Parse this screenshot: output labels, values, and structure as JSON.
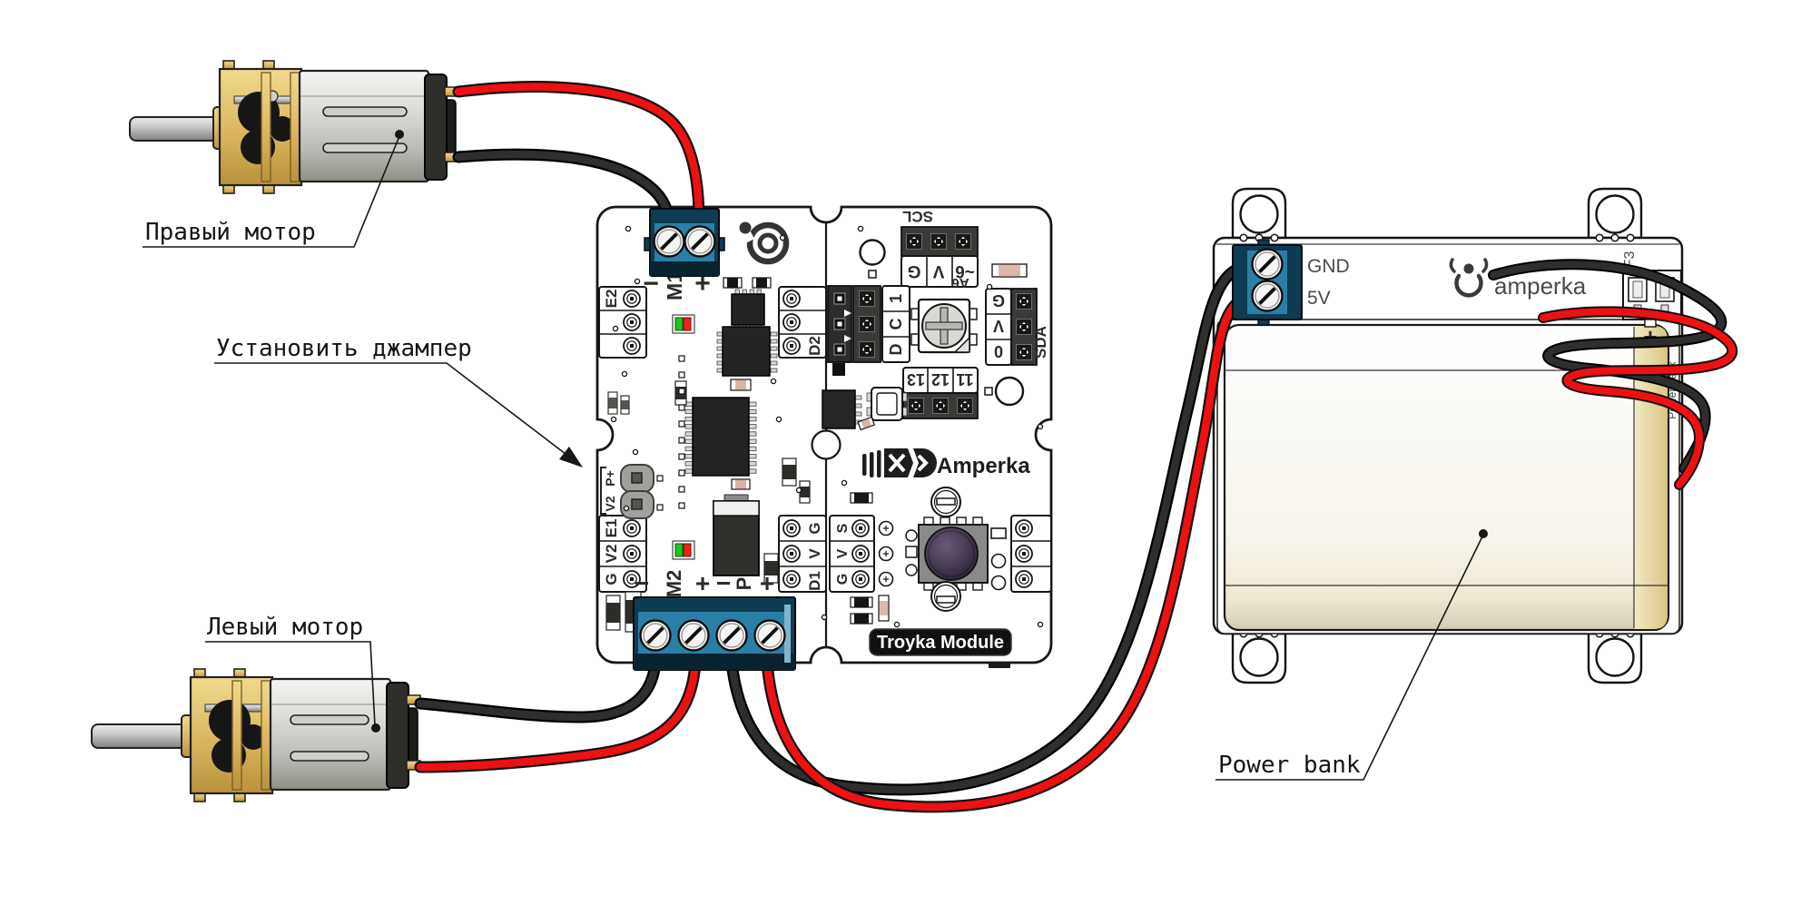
{
  "callouts": {
    "right_motor": "Правый мотор",
    "install_jumper": "Установить джампер",
    "left_motor": "Левый мотор",
    "power_bank": "Power bank"
  },
  "driver": {
    "m1": {
      "minus": "−",
      "label": "M1",
      "plus": "+"
    },
    "m2": {
      "minus": "−",
      "label": "M2",
      "plus": "+"
    },
    "p": {
      "minus": "−",
      "label": "P",
      "plus": "+"
    },
    "pads_top_left": {
      "e2": "E2"
    },
    "pads_bottom_left": {
      "e1": "E1",
      "v2": "V2",
      "g": "G"
    },
    "pads_top_right": {
      "d2": "D2"
    },
    "pads_bottom_right": {
      "g": "G",
      "v": "V",
      "d1": "D1"
    },
    "jumper_silk": {
      "top": "P+",
      "bottom": "V2"
    },
    "brand": "Amperka",
    "badge": "Troyka Module"
  },
  "controller": {
    "scl": "SCL",
    "scl_pins": [
      "G",
      "V",
      "~6"
    ],
    "a6": "A6",
    "dc1_pins": [
      "1",
      "C",
      "D"
    ],
    "sda_pins": [
      "G",
      "V",
      "0"
    ],
    "sda": "SDA",
    "digital_pins": [
      "13",
      "12",
      "11"
    ],
    "svg_pins": [
      "S",
      "V",
      "G"
    ]
  },
  "powerbank": {
    "gnd": "GND",
    "v5": "5V",
    "brand": "amperka",
    "fuse": "F3",
    "battery_plus": "+",
    "side_label": "Power bank"
  },
  "colors": {
    "wire_red": "#ee1111",
    "wire_black": "#141414",
    "terminal_teal": "#2b7fa6",
    "gearbox_gold": "#ddba62",
    "led_green": "#1ec41e",
    "led_red": "#e8251e"
  }
}
